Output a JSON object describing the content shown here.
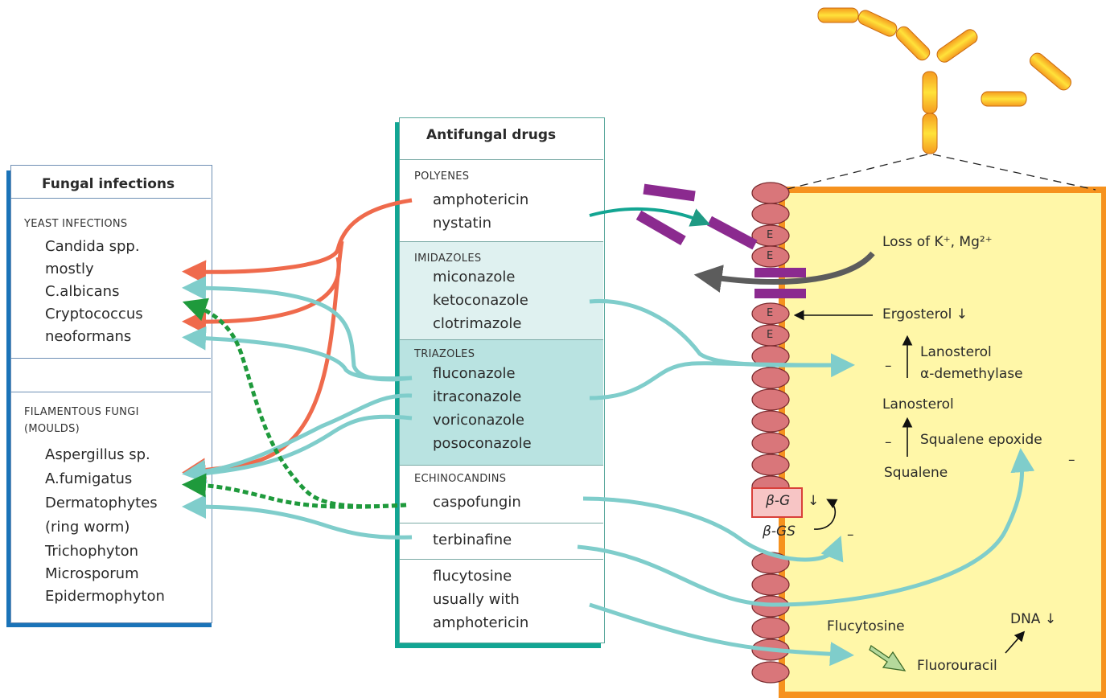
{
  "fungal_infections": {
    "title": "Fungal infections",
    "yeast": {
      "heading": "YEAST INFECTIONS",
      "items": [
        "Candida spp.",
        "mostly",
        "C.albicans",
        "Cryptococcus",
        "neoformans"
      ]
    },
    "filamentous": {
      "heading_line1": "FILAMENTOUS FUNGI",
      "heading_line2": "(MOULDS)",
      "items": [
        "Aspergillus sp.",
        "A.fumigatus",
        "Dermatophytes",
        "(ring worm)",
        "Trichophyton",
        "Microsporum",
        "Epidermophyton"
      ]
    }
  },
  "antifungal_drugs": {
    "title": "Antifungal drugs",
    "polyenes": {
      "heading": "POLYENES",
      "items": [
        "amphotericin",
        "nystatin"
      ]
    },
    "imidazoles": {
      "heading": "IMIDAZOLES",
      "items": [
        "miconazole",
        "ketoconazole",
        "clotrimazole"
      ]
    },
    "triazoles": {
      "heading": "TRIAZOLES",
      "items": [
        "fluconazole",
        "itraconazole",
        "voriconazole",
        "posoconazole"
      ]
    },
    "echinocandins": {
      "heading": "ECHINOCANDINS",
      "items": [
        "caspofungin"
      ]
    },
    "terbinafine": "terbinafine",
    "flucytosine": [
      "flucytosine",
      "usually with",
      "amphotericin"
    ]
  },
  "cell": {
    "loss_of_ions": "Loss of K⁺, Mg²⁺",
    "ergosterol": "Ergosterol ↓",
    "lanosterol_enzyme_line1": "Lanosterol",
    "lanosterol_enzyme_line2": "α-demethylase",
    "lanosterol": "Lanosterol",
    "squalene_epoxide": "Squalene epoxide",
    "squalene": "Squalene",
    "beta_g": "β-G",
    "beta_g_arrow": "↓",
    "beta_gs": "β-GS",
    "flucytosine": "Flucytosine",
    "fluorouracil": "Fluorouracil",
    "dna": "DNA ↓",
    "membrane_label": "E",
    "minus": "–"
  },
  "colors": {
    "yeast_arrows": "#ef6a4c",
    "azole_arrows": "#7fcdcb",
    "echinocandin_arrows": "#1f9a3c",
    "polyene_arrow": "#13a592",
    "pore_bars": "#8b2a8f",
    "membrane": "#d9767a",
    "cell_border": "#f6921e",
    "cell_fill": "#fff7a8"
  }
}
